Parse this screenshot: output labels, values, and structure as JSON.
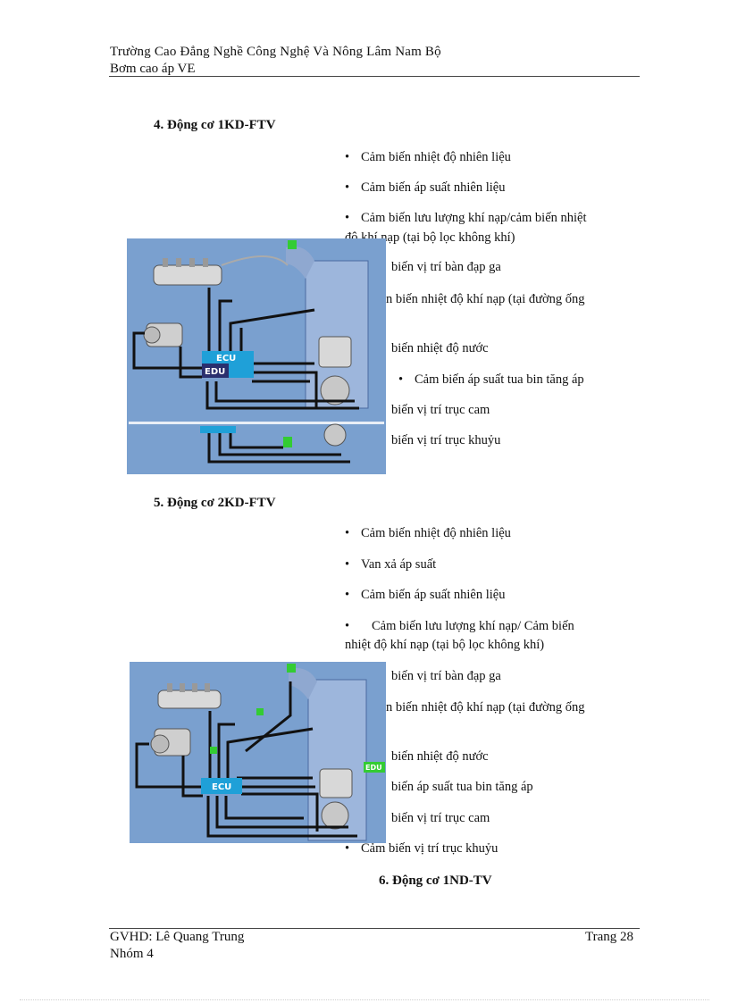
{
  "header": {
    "school": "Trường Cao Đẳng Nghề Công Nghệ Và Nông Lâm Nam Bộ",
    "subject": "Bơm cao áp VE"
  },
  "section4": {
    "title": "4.  Động cơ 1KD-FTV",
    "bullets": [
      "Cảm biến nhiệt độ nhiên liệu",
      "Cảm biến áp suất nhiên liệu",
      "Cảm biến lưu lượng khí nạp/cảm biến nhiệt",
      "độ khí nạp (tại bộ lọc không khí)",
      "biến vị trí bàn đạp ga",
      "n biến nhiệt độ khí nạp (tại đường ống",
      "biến nhiệt độ nước",
      "Cảm biến áp suất tua bin tăng áp",
      "biến vị trí trục cam",
      "biến vị trí trục khuỷu"
    ],
    "diagram_labels": {
      "ecu": "ECU",
      "edu": "EDU"
    }
  },
  "section5": {
    "title": "5.  Động cơ 2KD-FTV",
    "bullets": [
      "Cảm biến nhiệt độ nhiên liệu",
      "Van xả áp suất",
      "Cảm biến áp suất nhiên liệu",
      "Cảm biến lưu lượng khí nạp/ Cảm biến",
      "nhiệt độ khí nạp (tại bộ lọc không khí)",
      "biến vị trí bàn đạp ga",
      "n biến nhiệt độ khí nạp (tại đường ống",
      "biến nhiệt độ nước",
      "biến áp suất tua bin tăng áp",
      "biến vị trí trục cam",
      "Cảm biến vị trí trục khuỷu"
    ],
    "diagram_labels": {
      "ecu": "ECU",
      "edu": "EDU"
    }
  },
  "section6": {
    "title": "6.   Động cơ 1ND-TV"
  },
  "footer": {
    "instructor": "GVHD: Lê Quang Trung",
    "group": "Nhóm 4",
    "page": "Trang 28"
  },
  "colors": {
    "diagram_bg": "#7aa0cf",
    "ecu": "#1fa0d8",
    "edu": "#2a2f6e",
    "wire": "#111111",
    "sensor": "#33cc33"
  }
}
